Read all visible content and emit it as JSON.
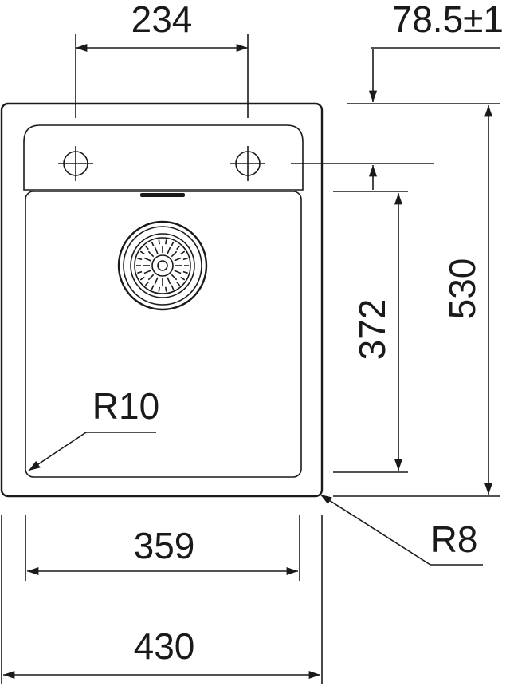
{
  "dimensions": {
    "tap_spacing": "234",
    "tap_offset": "78.5±1",
    "overall_depth": "530",
    "bowl_depth": "372",
    "bowl_radius": "R10",
    "outer_radius": "R8",
    "bowl_width": "359",
    "overall_width": "430"
  },
  "colors": {
    "line": "#1a1a1a",
    "background": "#ffffff"
  }
}
